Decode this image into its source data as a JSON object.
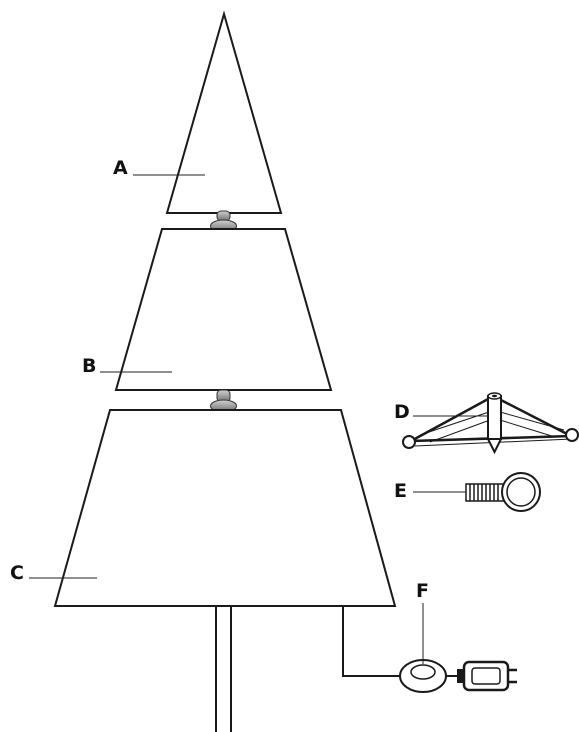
{
  "diagram": {
    "parts": [
      {
        "id": "A",
        "label": "A"
      },
      {
        "id": "B",
        "label": "B"
      },
      {
        "id": "C",
        "label": "C"
      },
      {
        "id": "D",
        "label": "D"
      },
      {
        "id": "E",
        "label": "E"
      },
      {
        "id": "F",
        "label": "F"
      }
    ]
  },
  "colors": {
    "line": "#1a1a1a",
    "connector_fill": "#9a9a9a",
    "background": "#ffffff"
  }
}
